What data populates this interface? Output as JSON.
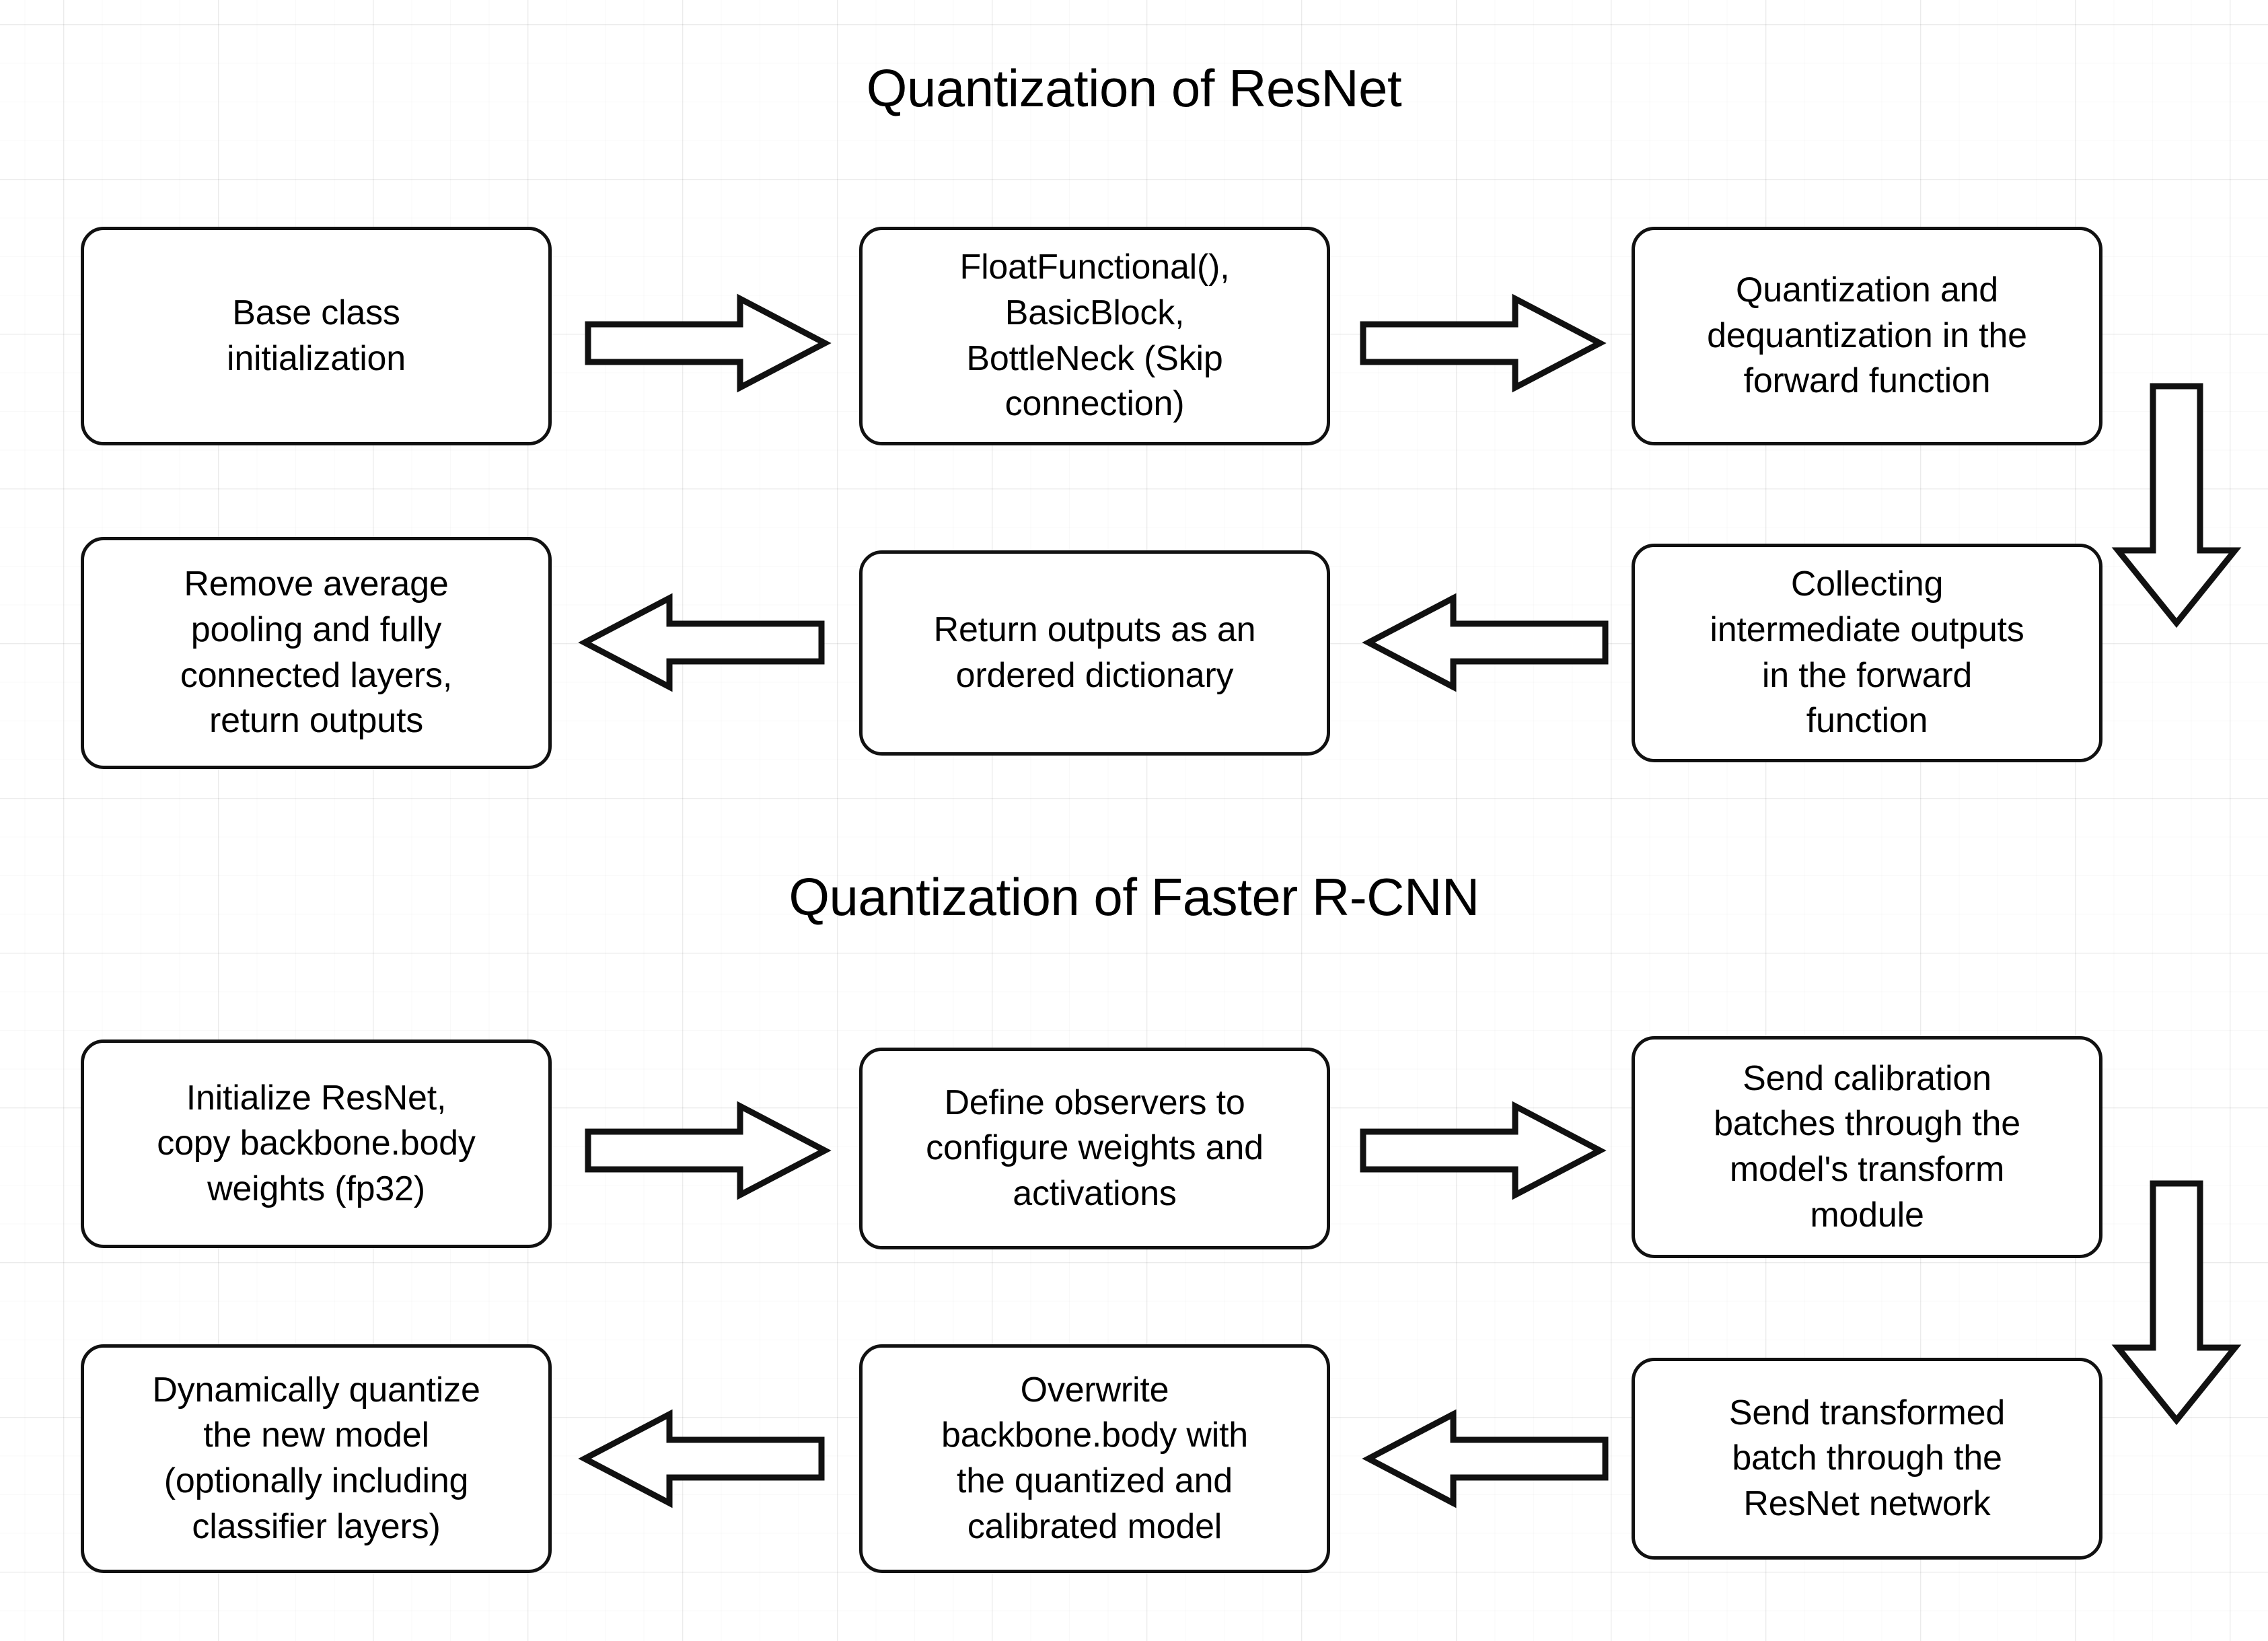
{
  "diagram": {
    "background": "#ffffff",
    "stroke_color": "#111111",
    "text_color": "#000000",
    "sections": [
      {
        "id": "resnet",
        "title": "Quantization of ResNet",
        "nodes": [
          {
            "id": "r1",
            "text": "Base class\ninitialization"
          },
          {
            "id": "r2",
            "text": "FloatFunctional(),\nBasicBlock,\nBottleNeck (Skip\nconnection)"
          },
          {
            "id": "r3",
            "text": "Quantization and\ndequantization in the\nforward function"
          },
          {
            "id": "r4",
            "text": "Collecting\nintermediate outputs\nin the forward\nfunction"
          },
          {
            "id": "r5",
            "text": "Return outputs as an\nordered dictionary"
          },
          {
            "id": "r6",
            "text": "Remove average\npooling and fully\nconnected layers,\nreturn outputs"
          }
        ],
        "connectors": [
          {
            "from": "r1",
            "to": "r2",
            "direction": "right"
          },
          {
            "from": "r2",
            "to": "r3",
            "direction": "right"
          },
          {
            "from": "r3",
            "to": "r4",
            "direction": "down"
          },
          {
            "from": "r4",
            "to": "r5",
            "direction": "left"
          },
          {
            "from": "r5",
            "to": "r6",
            "direction": "left"
          }
        ]
      },
      {
        "id": "faster-rcnn",
        "title": "Quantization of Faster R-CNN",
        "nodes": [
          {
            "id": "f1",
            "text": "Initialize ResNet,\ncopy backbone.body\nweights (fp32)"
          },
          {
            "id": "f2",
            "text": "Define observers to\nconfigure weights and\nactivations"
          },
          {
            "id": "f3",
            "text": "Send calibration\nbatches through the\nmodel's transform\nmodule"
          },
          {
            "id": "f4",
            "text": "Send transformed\nbatch through the\nResNet network"
          },
          {
            "id": "f5",
            "text": "Overwrite\nbackbone.body with\nthe quantized and\ncalibrated model"
          },
          {
            "id": "f6",
            "text": "Dynamically quantize\nthe new model\n(optionally including\nclassifier layers)"
          }
        ],
        "connectors": [
          {
            "from": "f1",
            "to": "f2",
            "direction": "right"
          },
          {
            "from": "f2",
            "to": "f3",
            "direction": "right"
          },
          {
            "from": "f3",
            "to": "f4",
            "direction": "down"
          },
          {
            "from": "f4",
            "to": "f5",
            "direction": "left"
          },
          {
            "from": "f5",
            "to": "f6",
            "direction": "left"
          }
        ]
      }
    ]
  }
}
